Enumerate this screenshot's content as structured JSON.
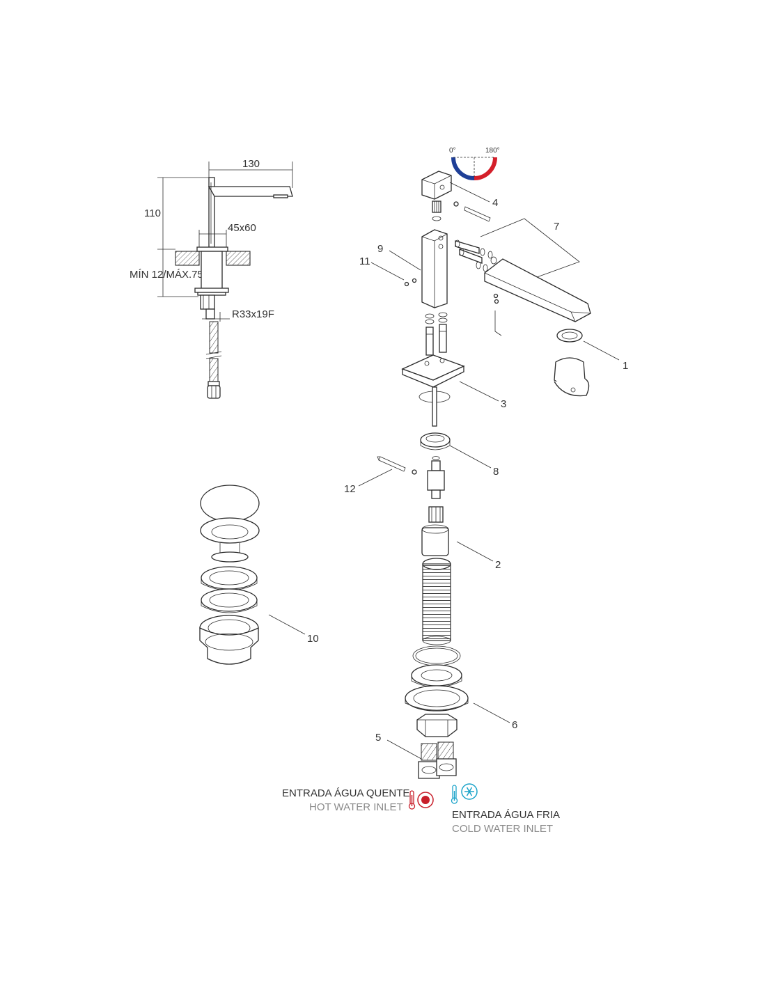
{
  "dimensions": {
    "width_label": "130",
    "height_label": "110",
    "base_label": "45x60",
    "deck_label": "MÍN 12/MÁX.75",
    "thread_label": "R33x19F"
  },
  "rotation": {
    "start_label": "0°",
    "end_label": "180°",
    "colors": {
      "cold": "#1f3f97",
      "hot": "#d41f2a"
    }
  },
  "callouts": [
    "1",
    "2",
    "3",
    "4",
    "5",
    "6",
    "7",
    "8",
    "9",
    "10",
    "11",
    "12"
  ],
  "legend": {
    "hot_pt": "ENTRADA ÁGUA QUENTE",
    "hot_en": "HOT WATER INLET",
    "cold_pt": "ENTRADA ÁGUA FRIA",
    "cold_en": "COLD WATER INLET",
    "hot_color": "#c81e2a",
    "cold_color": "#1aa3c9",
    "icons": [
      "thermometer-hot-icon",
      "sun-icon",
      "thermometer-cold-icon",
      "snowflake-icon"
    ]
  }
}
